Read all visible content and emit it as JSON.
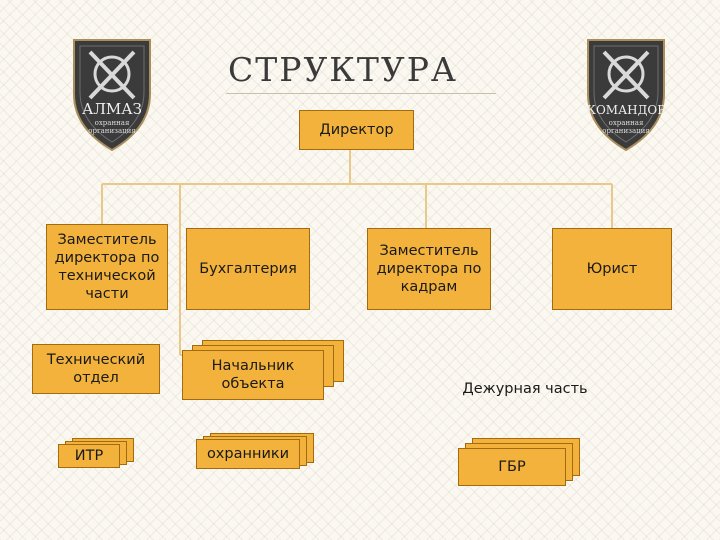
{
  "title": "СТРУКТУРА",
  "logos": {
    "left": {
      "name": "АЛМАЗ",
      "subtitle_line1": "охранная",
      "subtitle_line2": "организация"
    },
    "right": {
      "name": "КОМАНДОР",
      "subtitle_line1": "охранная",
      "subtitle_line2": "организация"
    }
  },
  "nodes": {
    "director": "Директор",
    "deputy_tech": "Заместитель директора по технической части",
    "accounting": "Бухгалтерия",
    "deputy_hr": "Заместитель директора по кадрам",
    "lawyer": "Юрист",
    "tech_dept": "Технический отдел",
    "site_head": "Начальник объекта",
    "duty": "Дежурная часть",
    "itr": "ИТР",
    "guards": "охранники",
    "gbr": "ГБР"
  },
  "colors": {
    "box_fill": "#f2b23c",
    "box_border": "#a26b10",
    "connector": "#e9c98a"
  }
}
